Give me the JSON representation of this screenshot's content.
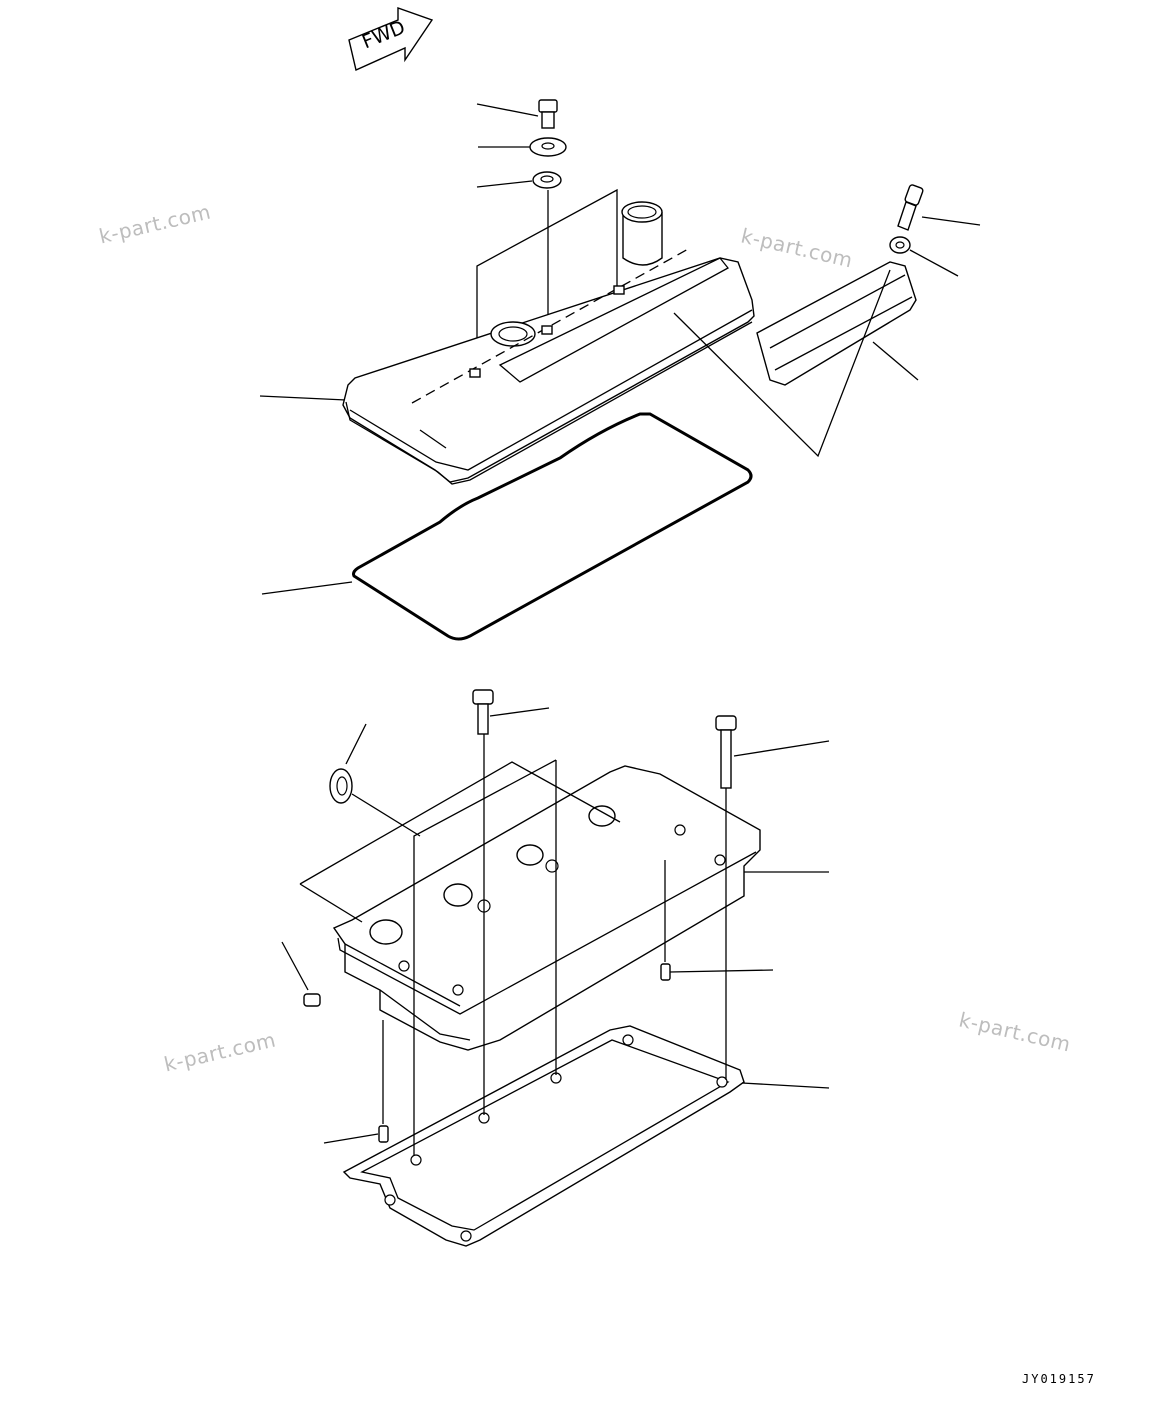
{
  "diagram": {
    "fwd_label": "FWD",
    "figure_code": "JY019157",
    "watermarks": [
      "k-part.com",
      "k-part.com",
      "k-part.com",
      "k-part.com"
    ]
  }
}
